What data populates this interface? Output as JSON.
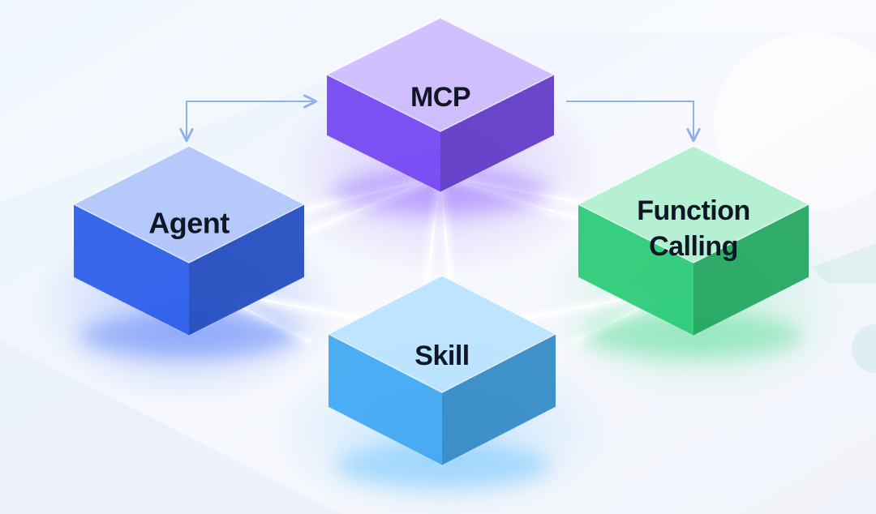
{
  "diagram": {
    "nodes": [
      {
        "id": "mcp",
        "label_lines": [
          "MCP"
        ],
        "color": "#7c4dff"
      },
      {
        "id": "agent",
        "label_lines": [
          "Agent"
        ],
        "color": "#2f64f5"
      },
      {
        "id": "function_calling",
        "label_lines": [
          "Function",
          "Calling"
        ],
        "color": "#2fd67e"
      },
      {
        "id": "skill",
        "label_lines": [
          "Skill"
        ],
        "color": "#45b2ff"
      }
    ],
    "arrows": [
      {
        "from": "agent",
        "to": "mcp"
      },
      {
        "from": "mcp",
        "to": "function_calling"
      }
    ],
    "colors": {
      "background": "#f3f7fc",
      "arrow": "#8fb1ee",
      "text": "#0f1626"
    }
  }
}
